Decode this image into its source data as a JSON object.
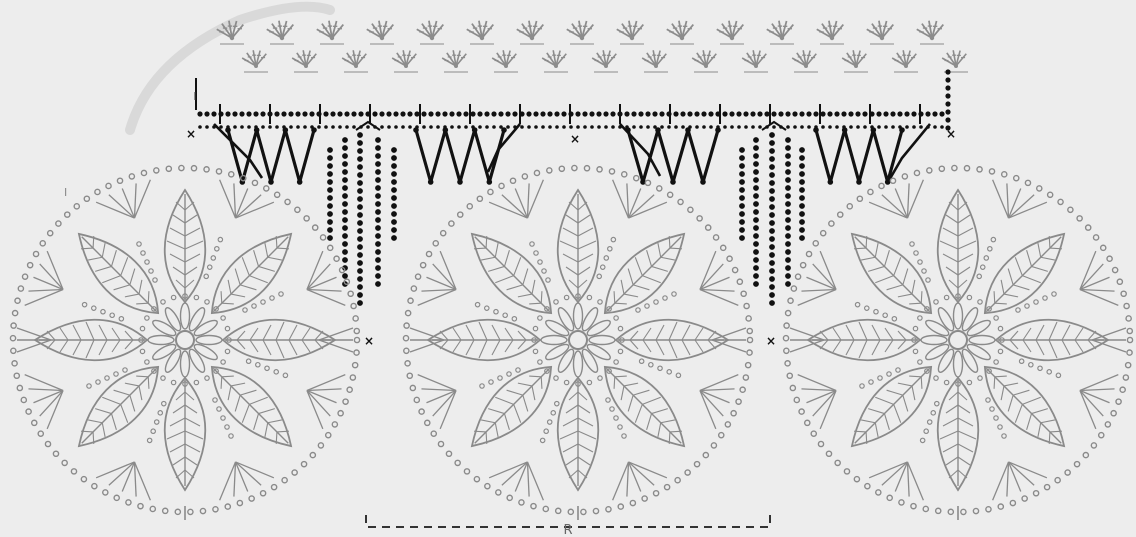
{
  "diagram": {
    "repeat_label": "R",
    "row_marker": "I",
    "join_marker": "×",
    "motif_count": 3,
    "colors": {
      "background": "#ededed",
      "motif": "#8a8a8a",
      "edging": "#111111",
      "top_border": "#8c8c8c",
      "bracket": "#333333",
      "watermark": "#d9d9d9"
    }
  }
}
